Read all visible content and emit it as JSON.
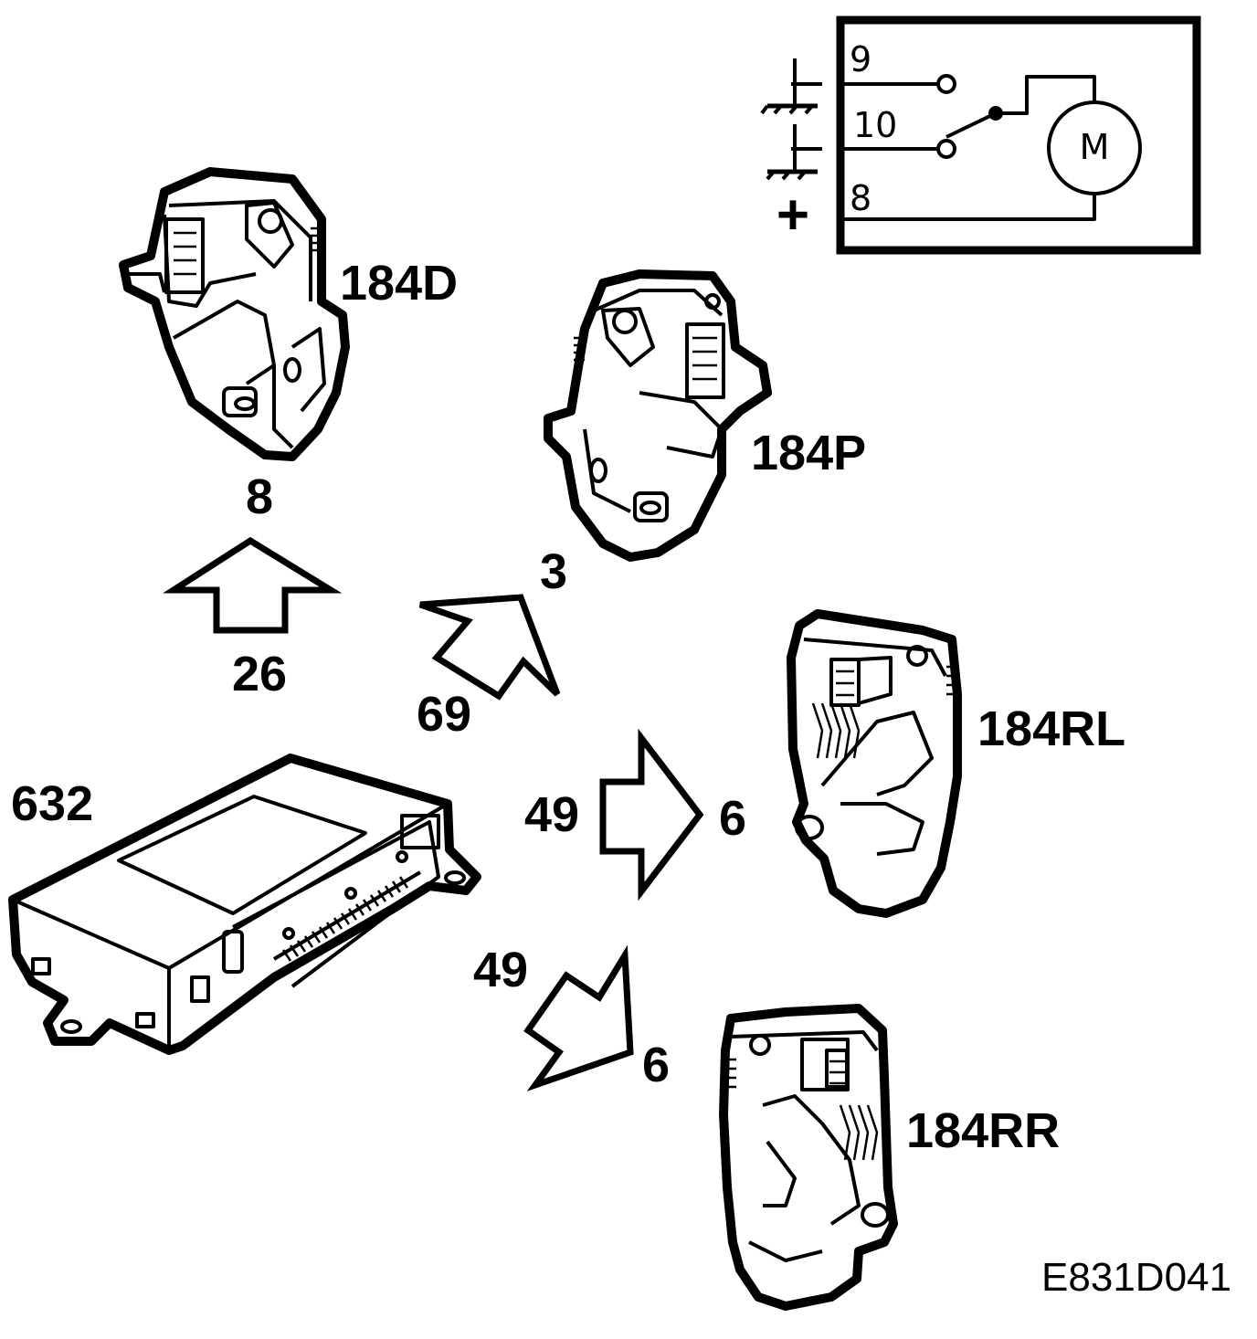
{
  "components": {
    "lock_front_driver": "184D",
    "lock_front_passenger": "184P",
    "lock_rear_left": "184RL",
    "lock_rear_right": "184RR",
    "control_module": "632"
  },
  "connectors": {
    "driver_pin": "8",
    "passenger_pin": "3",
    "rear_left_pin": "6",
    "rear_right_pin": "6"
  },
  "wires": {
    "to_driver": "26",
    "to_passenger": "69",
    "to_rear_left": "49",
    "to_rear_right": "49"
  },
  "schematic": {
    "pin_top": "9",
    "pin_middle": "10",
    "pin_bottom": "8",
    "motor_label": "M",
    "supply_symbol": "+"
  },
  "figure_reference": "E831D041"
}
